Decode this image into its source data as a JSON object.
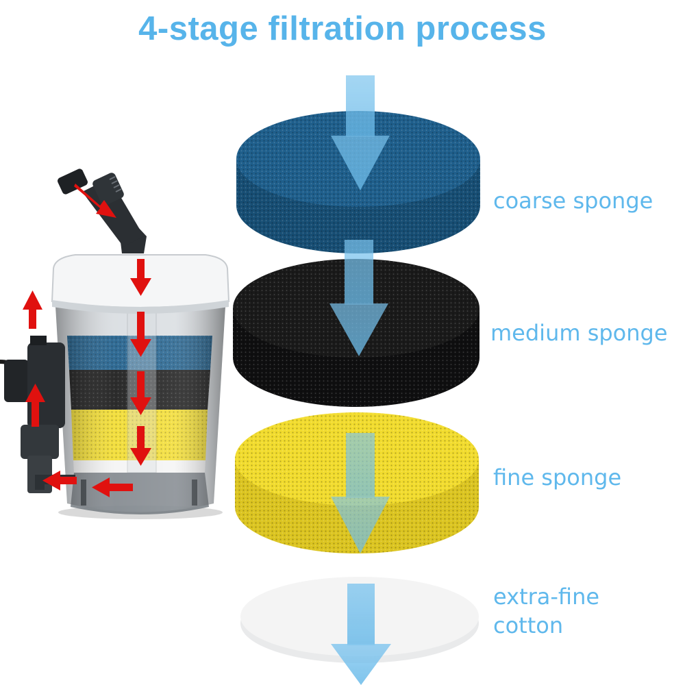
{
  "title": "4-stage filtration process",
  "stages": [
    {
      "label": "coarse sponge",
      "color": "#1f5f8c"
    },
    {
      "label": "medium sponge",
      "color": "#1a1a1a"
    },
    {
      "label": "fine sponge",
      "color": "#f2dc2e"
    },
    {
      "label_line1": "extra-fine",
      "label_line2": "cotton",
      "color": "#f4f4f4"
    }
  ],
  "colors": {
    "title": "#57b4ea",
    "label": "#5fb8ec",
    "flow_arrow": "#7cc4ee",
    "water_flow_arrow": "#e0110f"
  }
}
